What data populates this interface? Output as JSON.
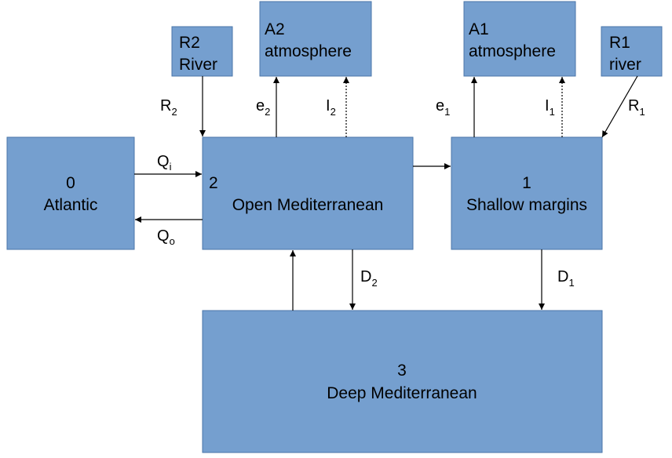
{
  "title": "Mediterranean box model",
  "boxes": {
    "atlantic": {
      "num": "0",
      "name": "Atlantic"
    },
    "open_med": {
      "num": "2",
      "name": "Open Mediterranean"
    },
    "shallow": {
      "num": "1",
      "name": "Shallow margins"
    },
    "deep": {
      "num": "3",
      "name": "Deep Mediterranean"
    },
    "r2": {
      "code": "R2",
      "name": "River"
    },
    "a2": {
      "code": "A2",
      "name": "atmosphere"
    },
    "a1": {
      "code": "A1",
      "name": "atmosphere"
    },
    "r1": {
      "code": "R1",
      "name": "river"
    }
  },
  "fluxes": {
    "R2": {
      "main": "R",
      "sub": "2"
    },
    "e2": {
      "main": "e",
      "sub": "2"
    },
    "I2": {
      "main": "I",
      "sub": "2"
    },
    "e1": {
      "main": "e",
      "sub": "1"
    },
    "I1": {
      "main": "I",
      "sub": "1"
    },
    "R1": {
      "main": "R",
      "sub": "1"
    },
    "Qi": {
      "main": "Q",
      "sub": "i"
    },
    "Qo": {
      "main": "Q",
      "sub": "o"
    },
    "D2": {
      "main": "D",
      "sub": "2"
    },
    "D1": {
      "main": "D",
      "sub": "1"
    }
  },
  "colors": {
    "box_fill": "#759fcf",
    "box_stroke": "#4a76a8",
    "arrow": "#000000"
  }
}
